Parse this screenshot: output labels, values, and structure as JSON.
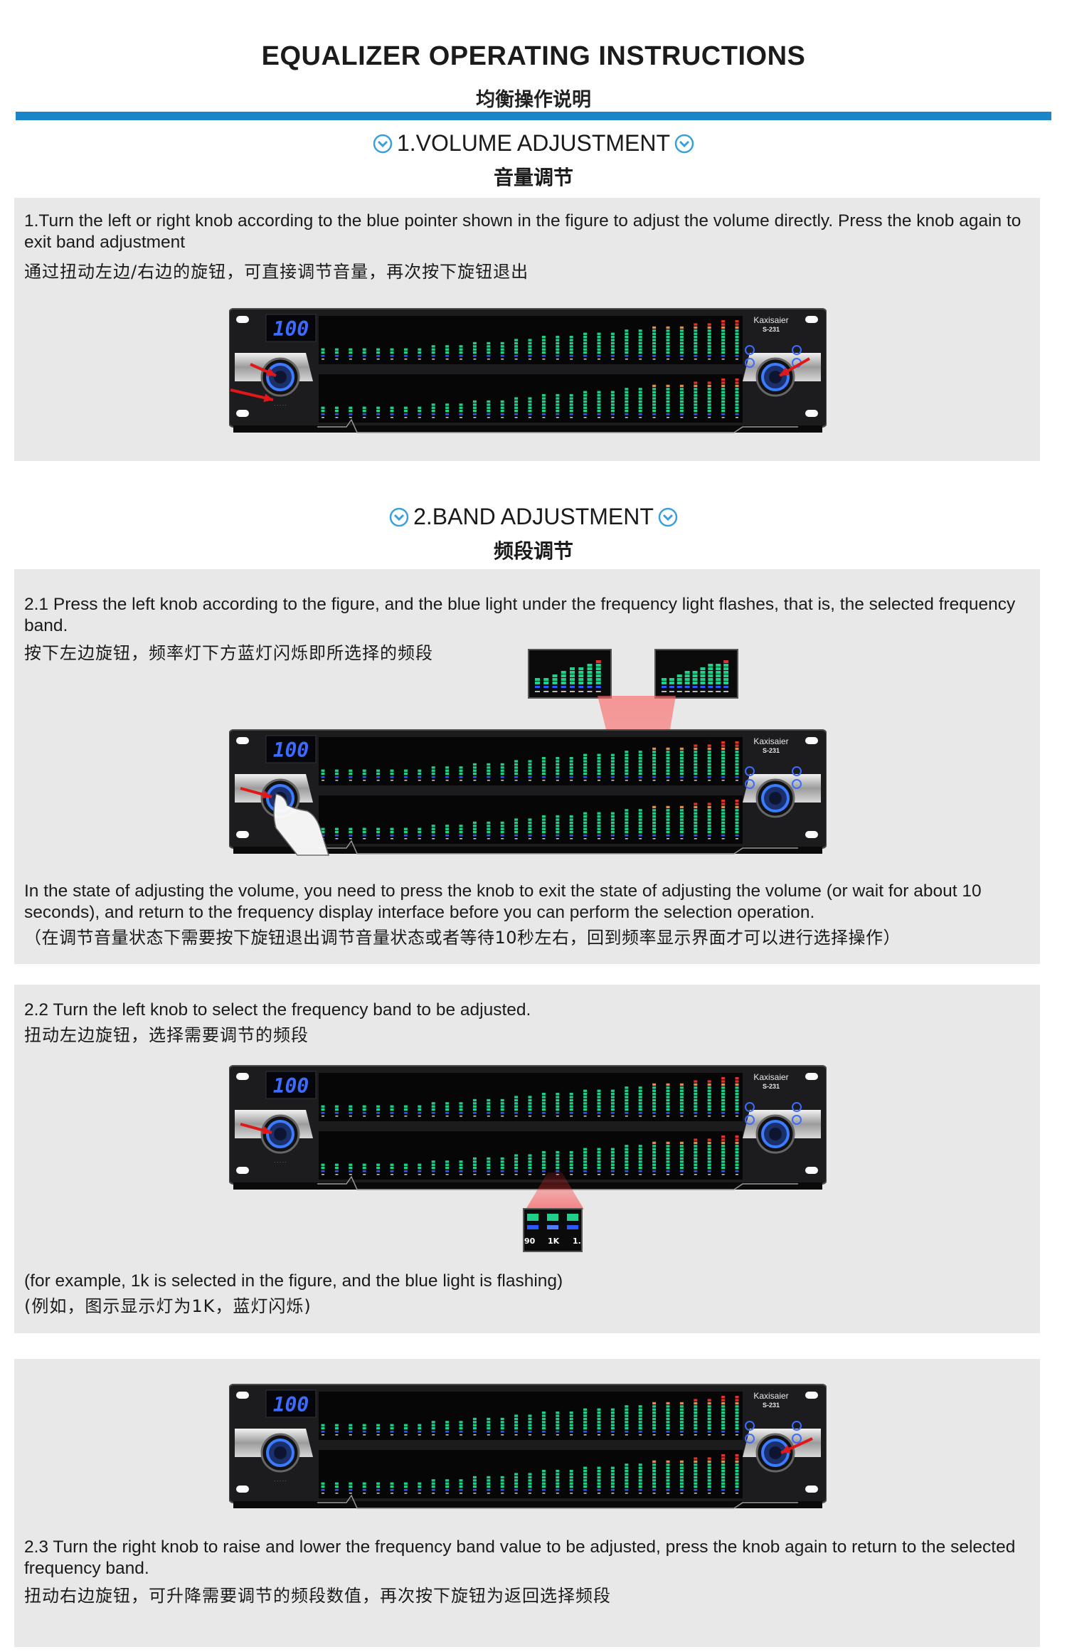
{
  "header": {
    "title": "EQUALIZER OPERATING INSTRUCTIONS",
    "subtitle": "均衡操作说明"
  },
  "device": {
    "display_value": "100",
    "brand": "Kaxisaier",
    "model": "S-231"
  },
  "sections": [
    {
      "heading": "1.VOLUME ADJUSTMENT",
      "heading_cn": "音量调节",
      "steps": [
        {
          "text_en": "1.Turn the left or right knob according to the blue pointer shown in the figure to adjust the volume directly. Press the knob again to exit band adjustment",
          "text_cn": "通过扭动左边/右边的旋钮，可直接调节音量，再次按下旋钮退出"
        }
      ]
    },
    {
      "heading": "2.BAND ADJUSTMENT",
      "heading_cn": "频段调节",
      "steps": [
        {
          "text_en": "2.1 Press the left knob according to the figure, and the blue light under the frequency light flashes, that is, the selected frequency band.",
          "text_cn": "按下左边旋钮，频率灯下方蓝灯闪烁即所选择的频段",
          "note_en": "In the state of adjusting the volume, you need to press the knob to exit the state of adjusting the volume (or wait for about 10 seconds), and return to the frequency display interface before you can perform the selection operation.",
          "note_cn": "（在调节音量状态下需要按下旋钮退出调节音量状态或者等待10秒左右，回到频率显示界面才可以进行选择操作）"
        },
        {
          "text_en": "2.2 Turn the left knob to select the frequency band to be adjusted.",
          "text_cn": "扭动左边旋钮，选择需要调节的频段",
          "note_en": "(for example, 1k is selected in the figure, and the blue light is flashing)",
          "note_cn": "(例如，图示显示灯为1K，蓝灯闪烁)",
          "zoom_label": "1K"
        },
        {
          "text_en": "2.3 Turn the right knob to raise and lower the frequency band value to be adjusted, press the knob again to return to the selected frequency band.",
          "text_cn": "扭动右边旋钮，可升降需要调节的频段数值，再次按下旋钮为返回选择频段"
        }
      ]
    }
  ],
  "colors": {
    "accent_bar": "#1a86c8",
    "panel_bg": "#e8e8e8",
    "led_green": "#1fd08a",
    "led_red": "#e0342c",
    "led_blue": "#2b5bff",
    "pointer_red": "#e01818"
  }
}
